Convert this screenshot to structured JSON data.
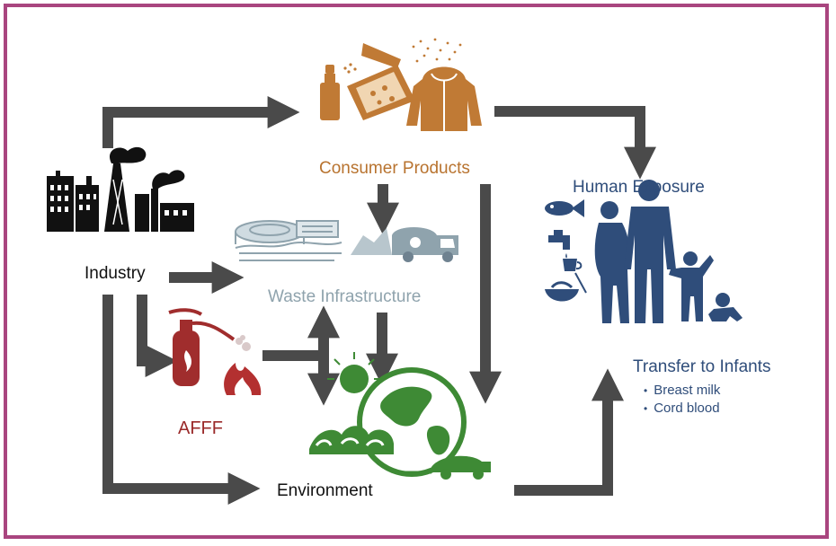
{
  "nodes": {
    "industry": "Industry",
    "consumer_products": "Consumer Products",
    "waste_infrastructure": "Waste Infrastructure",
    "afff": "AFFF",
    "environment": "Environment",
    "human_exposure": "Human Exposure",
    "transfer_to_infants": "Transfer to Infants"
  },
  "infant_transfer_routes": [
    "Breast milk",
    "Cord blood"
  ],
  "colors": {
    "border": "#a9457f",
    "arrow": "#4a4a4a",
    "consumer": "#b8732f",
    "waste": "#8fa3ad",
    "afff": "#9a2a2a",
    "environment": "#3e8a35",
    "human": "#2f4d7a",
    "industry": "#111111"
  },
  "icons": [
    "factory-icon",
    "spray-can-icon",
    "pizza-box-icon",
    "jacket-icon",
    "water-treatment-icon",
    "garbage-truck-icon",
    "fire-extinguisher-icon",
    "flame-icon",
    "globe-icon",
    "fish-icon",
    "faucet-icon",
    "cup-icon",
    "food-bowl-icon",
    "family-icon"
  ]
}
